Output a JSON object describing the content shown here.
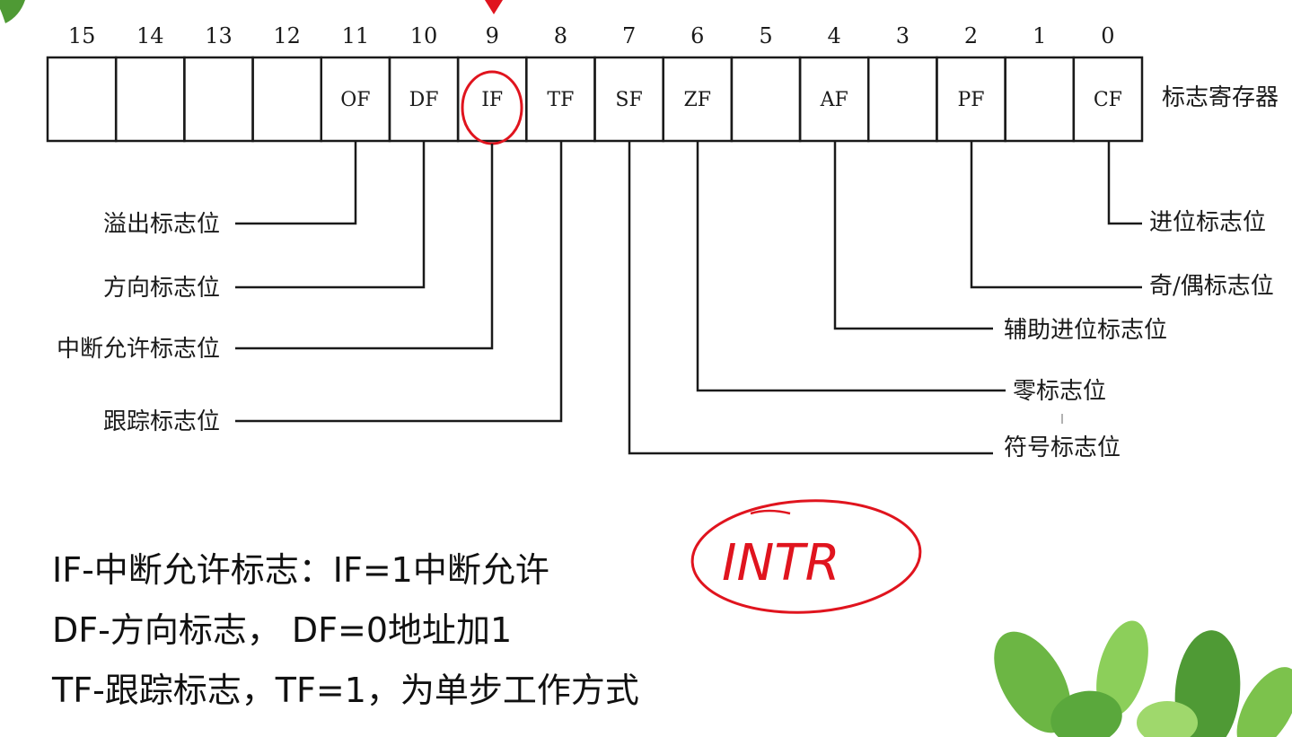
{
  "register": {
    "bits": [
      {
        "num": "15",
        "flag": ""
      },
      {
        "num": "14",
        "flag": ""
      },
      {
        "num": "13",
        "flag": ""
      },
      {
        "num": "12",
        "flag": ""
      },
      {
        "num": "11",
        "flag": "OF"
      },
      {
        "num": "10",
        "flag": "DF"
      },
      {
        "num": "9",
        "flag": "IF"
      },
      {
        "num": "8",
        "flag": "TF"
      },
      {
        "num": "7",
        "flag": "SF"
      },
      {
        "num": "6",
        "flag": "ZF"
      },
      {
        "num": "5",
        "flag": ""
      },
      {
        "num": "4",
        "flag": "AF"
      },
      {
        "num": "3",
        "flag": ""
      },
      {
        "num": "2",
        "flag": "PF"
      },
      {
        "num": "1",
        "flag": ""
      },
      {
        "num": "0",
        "flag": "CF"
      }
    ],
    "label": "标志寄存器"
  },
  "left_labels": [
    "溢出标志位",
    "方向标志位",
    "中断允许标志位",
    "跟踪标志位"
  ],
  "right_labels": [
    "进位标志位",
    "奇/偶标志位",
    "辅助进位标志位",
    "零标志位",
    "符号标志位"
  ],
  "annotation": {
    "text": "INTR",
    "color": "#e0141e"
  },
  "notes": [
    "IF-中断允许标志：IF=1中断允许",
    "DF-方向标志， DF=0地址加1",
    "TF-跟踪标志，TF=1，为单步工作方式"
  ],
  "colors": {
    "ink": "#1a1a1a",
    "highlight": "#e0141e",
    "leaf": "#5fa63a"
  }
}
